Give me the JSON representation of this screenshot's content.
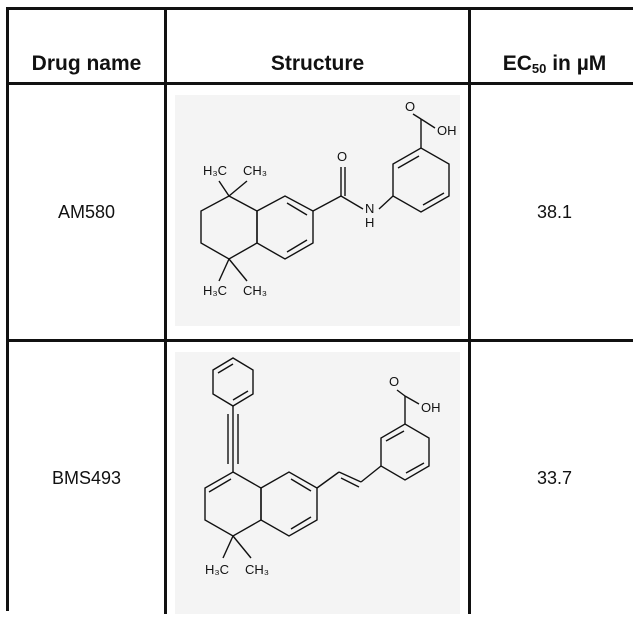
{
  "table": {
    "headers": {
      "drug_name": "Drug name",
      "structure": "Structure",
      "ec50_prefix": "EC",
      "ec50_sub": "50",
      "ec50_suffix": " in µM"
    },
    "rows": [
      {
        "drug_name": "AM580",
        "ec50": "38.1",
        "structure_labels": {
          "ch3_top_left": "H₃C",
          "ch3_top_right": "CH₃",
          "ch3_bot_left": "H₃C",
          "ch3_bot_right": "CH₃",
          "o_amide": "O",
          "n": "N",
          "h": "H",
          "o_acid": "O",
          "oh": "OH"
        }
      },
      {
        "drug_name": "BMS493",
        "ec50": "33.7",
        "structure_labels": {
          "ch3_bot_left": "H₃C",
          "ch3_bot_right": "CH₃",
          "o_acid": "O",
          "oh": "OH"
        }
      }
    ]
  }
}
